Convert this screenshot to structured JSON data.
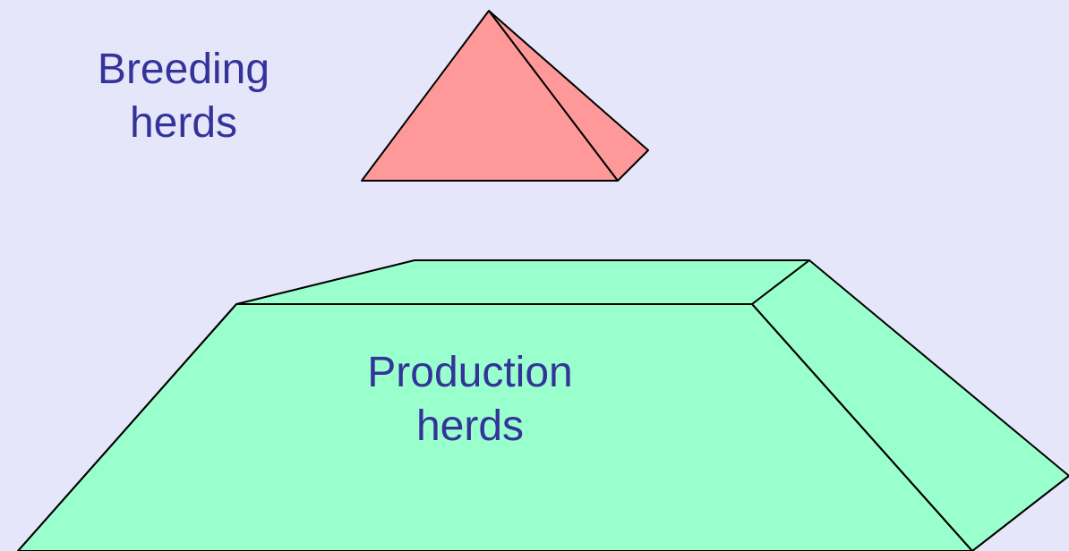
{
  "colors": {
    "background": "#e6e6fa",
    "breeding_fill": "#ff9999",
    "production_fill": "#99ffcc",
    "outline": "#000000",
    "text": "#333399"
  },
  "breeding": {
    "label_line1": "Breeding",
    "label_line2": "herds"
  },
  "production": {
    "label_line1": "Production",
    "label_line2": "herds"
  }
}
